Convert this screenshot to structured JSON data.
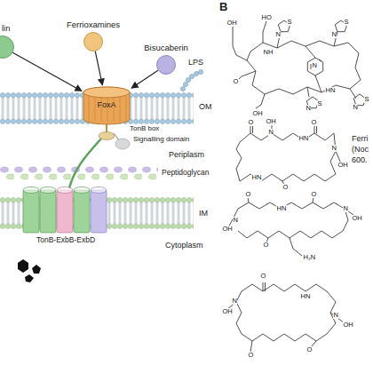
{
  "diagram": {
    "nodes": [
      {
        "text": [
          "lin"
        ]
      },
      {
        "text": [
          "Ferrioxamines"
        ]
      },
      {
        "text": [
          "Bisucaberin"
        ]
      },
      {
        "text": [
          "FoxA"
        ]
      },
      {
        "text": [
          "TonB-ExbB-ExbD"
        ]
      }
    ],
    "edges": [
      {
        "from": 0,
        "to": 3,
        "arrow": "to"
      },
      {
        "from": 1,
        "to": 3,
        "arrow": "to"
      },
      {
        "from": 2,
        "to": 3,
        "arrow": "to"
      }
    ],
    "labels": [
      "OM",
      "LPS",
      "TonB box",
      "Signalling domain",
      "Periplasm",
      "Peptidoglycan",
      "IM",
      "Cytoplasm",
      "B",
      "OH",
      "HO",
      "S",
      "N",
      "S",
      "N",
      "N",
      "S",
      "N",
      "S",
      "N",
      "NH",
      "HN",
      "O",
      "OH",
      "O",
      "N",
      "OH",
      "HN",
      "O",
      "N",
      "OH",
      "O",
      "HN",
      "Ferri",
      "(Noc",
      "600.",
      "O",
      "HN",
      "O",
      "N",
      "OH",
      "N",
      "OH",
      "O",
      "H₂N",
      "O",
      "N",
      "OH",
      "HN",
      "O",
      "N",
      "OH",
      "O"
    ]
  }
}
